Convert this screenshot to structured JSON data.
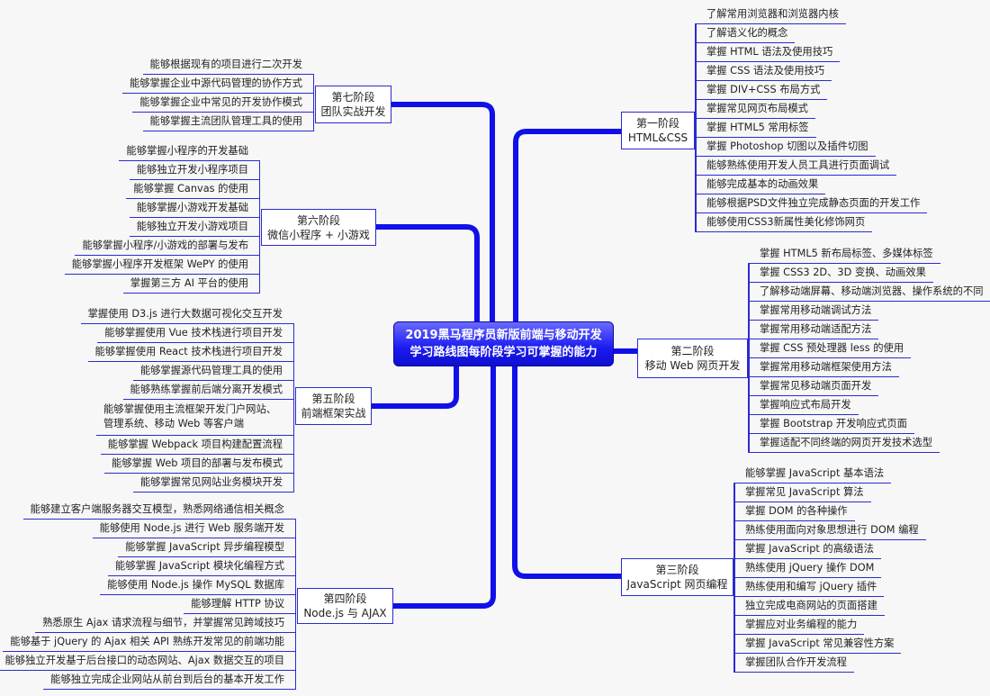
{
  "title_line1": "2019黑马程序员新版前端与移动开发",
  "title_line2": "学习路线图每阶段学习可掌握的能力",
  "colors": {
    "branch": "#1010e8",
    "center": "#1a1af0"
  },
  "stages": [
    {
      "name": "第一阶段",
      "sub": "HTML&CSS",
      "items": [
        "了解常用浏览器和浏览器内核",
        "了解语义化的概念",
        "掌握 HTML 语法及使用技巧",
        "掌握 CSS 语法及使用技巧",
        "掌握 DIV+CSS 布局方式",
        "掌握常见网页布局模式",
        "掌握 HTML5 常用标签",
        "掌握 Photoshop 切图以及插件切图",
        "能够熟练使用开发人员工具进行页面调试",
        "能够完成基本的动画效果",
        "能够根据PSD文件独立完成静态页面的开发工作",
        "能够使用CSS3新属性美化修饰网页"
      ]
    },
    {
      "name": "第二阶段",
      "sub": "移动 Web 网页开发",
      "items": [
        "掌握 HTML5 新布局标签、多媒体标签",
        "掌握 CSS3 2D、3D 变换、动画效果",
        "了解移动端屏幕、移动端浏览器、操作系统的不同",
        "掌握常用移动端调试方法",
        "掌握常用移动端适配方法",
        "掌握 CSS 预处理器 less 的使用",
        "掌握常用移动端框架使用方法",
        "掌握常见移动端页面开发",
        "掌握响应式布局开发",
        "掌握 Bootstrap 开发响应式页面",
        "掌握适配不同终端的网页开发技术选型"
      ]
    },
    {
      "name": "第三阶段",
      "sub": "JavaScript 网页编程",
      "items": [
        "能够掌握 JavaScript 基本语法",
        "掌握常见 JavaScript 算法",
        "掌握 DOM 的各种操作",
        "熟练使用面向对象思想进行 DOM 编程",
        "掌握 JavaScript 的高级语法",
        "熟练使用 jQuery 操作 DOM",
        "熟练使用和编写 jQuery 插件",
        "独立完成电商网站的页面搭建",
        "掌握应对业务编程的能力",
        "掌握 JavaScript 常见兼容性方案",
        "掌握团队合作开发流程"
      ]
    },
    {
      "name": "第四阶段",
      "sub": "Node.js 与 AJAX",
      "items": [
        "能够建立客户端服务器交互模型，熟悉网络通信相关概念",
        "能够使用 Node.js 进行 Web 服务端开发",
        "能够掌握 JavaScript 异步编程模型",
        "能够掌握 JavaScript 模块化编程方式",
        "能够使用 Node.js 操作 MySQL 数据库",
        "能够理解 HTTP 协议",
        "熟悉原生 Ajax 请求流程与细节，并掌握常见跨域技巧",
        "能够基于 jQuery 的 Ajax 相关 API 熟练开发常见的前端功能",
        "能够独立开发基于后台接口的动态网站、Ajax 数据交互的项目",
        "能够独立完成企业网站从前台到后台的基本开发工作"
      ]
    },
    {
      "name": "第五阶段",
      "sub": "前端框架实战",
      "items": [
        "掌握使用 D3.js 进行大数据可视化交互开发",
        "能够掌握使用 Vue 技术栈进行项目开发",
        "能够掌握使用 React 技术栈进行项目开发",
        "能够掌握源代码管理工具的使用",
        "能够熟练掌握前后端分离开发模式",
        "能够掌握使用主流框架开发门户网站、管理系统、移动 Web 等客户端",
        "能够掌握 Webpack 项目构建配置流程",
        "能够掌握 Web 项目的部署与发布模式",
        "能够掌握常见网站业务模块开发"
      ]
    },
    {
      "name": "第六阶段",
      "sub": "微信小程序 + 小游戏",
      "items": [
        "能够掌握小程序的开发基础",
        "能够独立开发小程序项目",
        "能够掌握 Canvas 的使用",
        "能够掌握小游戏开发基础",
        "能够独立开发小游戏项目",
        "能够掌握小程序/小游戏的部署与发布",
        "能够掌握小程序开发框架 WePY 的使用",
        "掌握第三方 AI 平台的使用"
      ]
    },
    {
      "name": "第七阶段",
      "sub": "团队实战开发",
      "items": [
        "能够根据现有的项目进行二次开发",
        "能够掌握企业中源代码管理的协作方式",
        "能够掌握企业中常见的开发协作模式",
        "能够掌握主流团队管理工具的使用"
      ]
    }
  ]
}
